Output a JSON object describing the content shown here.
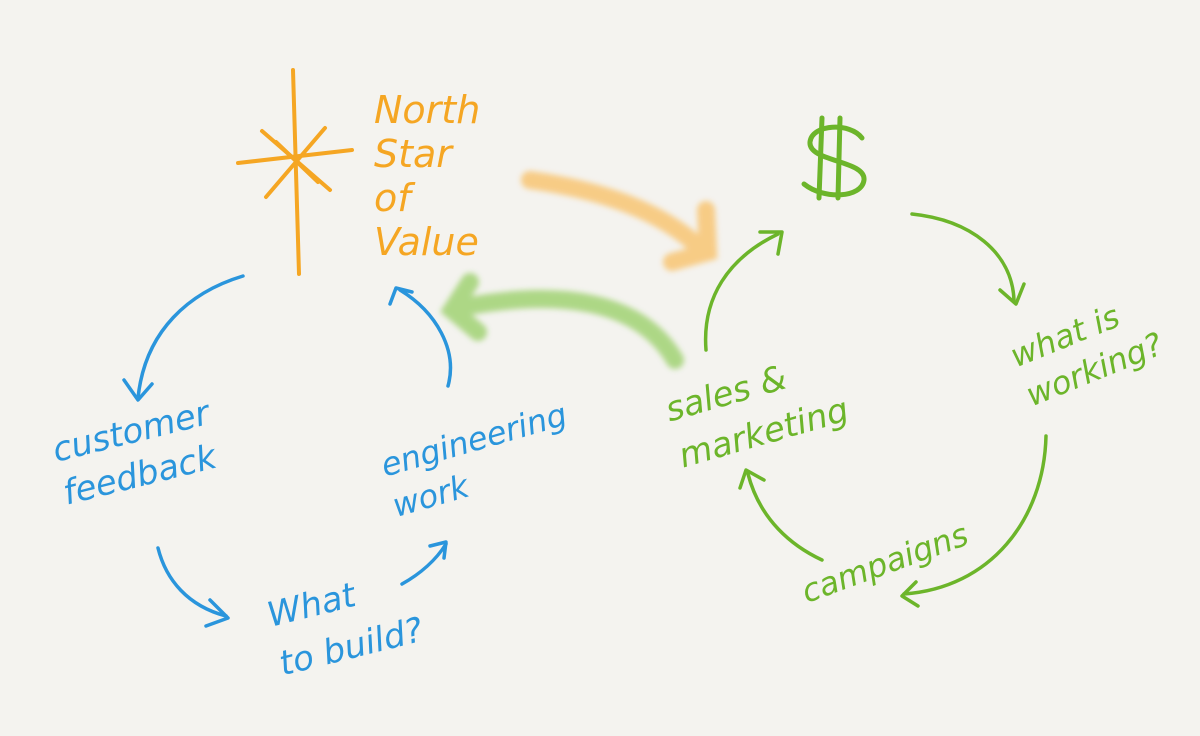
{
  "colors": {
    "background": "#f4f3ef",
    "orange": "#f5a623",
    "orange_soft": "#f8c87a",
    "blue": "#2a95dc",
    "green": "#6cb52a",
    "green_soft": "#a6d47a"
  },
  "north_star": {
    "icon": "star-burst-icon",
    "label": "North\nStar\nof\nValue"
  },
  "money": {
    "icon": "dollar-sign-icon",
    "glyph": "$"
  },
  "product_loop": {
    "nodes": {
      "customer_feedback": "customer\nfeedback",
      "what_to_build": "What\nto build?",
      "engineering_work": "engineering\nwork"
    }
  },
  "revenue_loop": {
    "nodes": {
      "sales_marketing": "sales &\nmarketing",
      "what_is_working": "what is\nworking?",
      "campaigns": "campaigns"
    }
  }
}
